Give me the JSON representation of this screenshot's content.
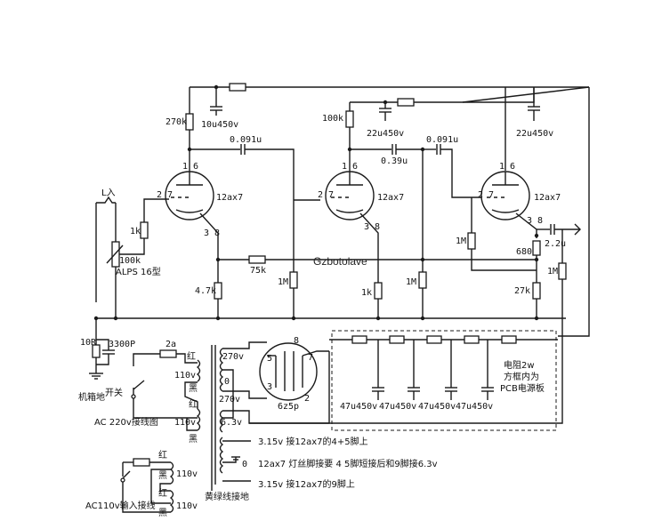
{
  "watermark": "Gzbotolave",
  "labels": {
    "input": "L入",
    "r_270k": "270k",
    "c_10u": "10u450v",
    "r_100k_plate2": "100k",
    "c_22u_a": "22u450v",
    "c_22u_b": "22u450v",
    "c_0091u_a": "0.091u",
    "c_0091u_b": "0.091u",
    "c_039u": "0.39u",
    "pins_16_a": "1 6",
    "pins_16_b": "1 6",
    "pins_16_c": "1 6",
    "pins_27_a": "2 7",
    "pins_27_b": "2 7",
    "pins_38_a": "3 8",
    "pins_38_b": "3 8",
    "pins_38_c": "3 8",
    "tube_a": "12ax7",
    "tube_b": "12ax7",
    "tube_c": "12ax7",
    "r_1k_grid": "1k",
    "pot_value": "100k",
    "pot_model": "ALPS 16型",
    "r_75k": "75k",
    "r_47k": "4.7k",
    "r_1m_a": "1M",
    "r_1k_b": "1k",
    "r_1m_b": "1M",
    "r_1m_c": "1M",
    "r_680": "680",
    "c_22u_c": "2.2u",
    "r_27k": "27k",
    "r_1m_d": "1M",
    "r_10r": "10R",
    "c_3300p": "3300P",
    "chassis_ground": "机箱地",
    "fuse": "2a",
    "switch": "开关",
    "red_1": "红",
    "black_1": "黑",
    "red_2": "红",
    "black_2": "黑",
    "v110_1": "110v",
    "v110_2": "110v",
    "ac220_diagram": "AC 220v接线图",
    "sec_270v_a": "270v",
    "sec_0": "0",
    "sec_270v_b": "270v",
    "sec_63v": "6.3v",
    "rect_pin8": "8",
    "rect_pin5": "5",
    "rect_pin7": "7",
    "rect_pin3": "3",
    "rect_pin2": "2",
    "rect_tube": "6z5p",
    "c_47u_1": "47u450v",
    "c_47u_2": "47u450v",
    "c_47u_3": "47u450v",
    "c_47u_4": "47u450v",
    "pcb_note_1": "电阻2w",
    "pcb_note_2": "方框内为",
    "pcb_note_3": "PCB电源板",
    "heater_1": "3.15v 接12ax7的4+5脚上",
    "heater_2_zero": "0",
    "heater_2": "12ax7 灯丝脚接要 4 5脚短接后和9脚接6.3v",
    "heater_3": "3.15v 接12ax7的9脚上",
    "ground_wire": "黄绿线接地",
    "red_3": "红",
    "black_3": "黑",
    "red_4": "红",
    "black_4": "黑",
    "v110_3": "110v",
    "v110_4": "110v",
    "ac110_diagram": "AC110v输入接线"
  }
}
